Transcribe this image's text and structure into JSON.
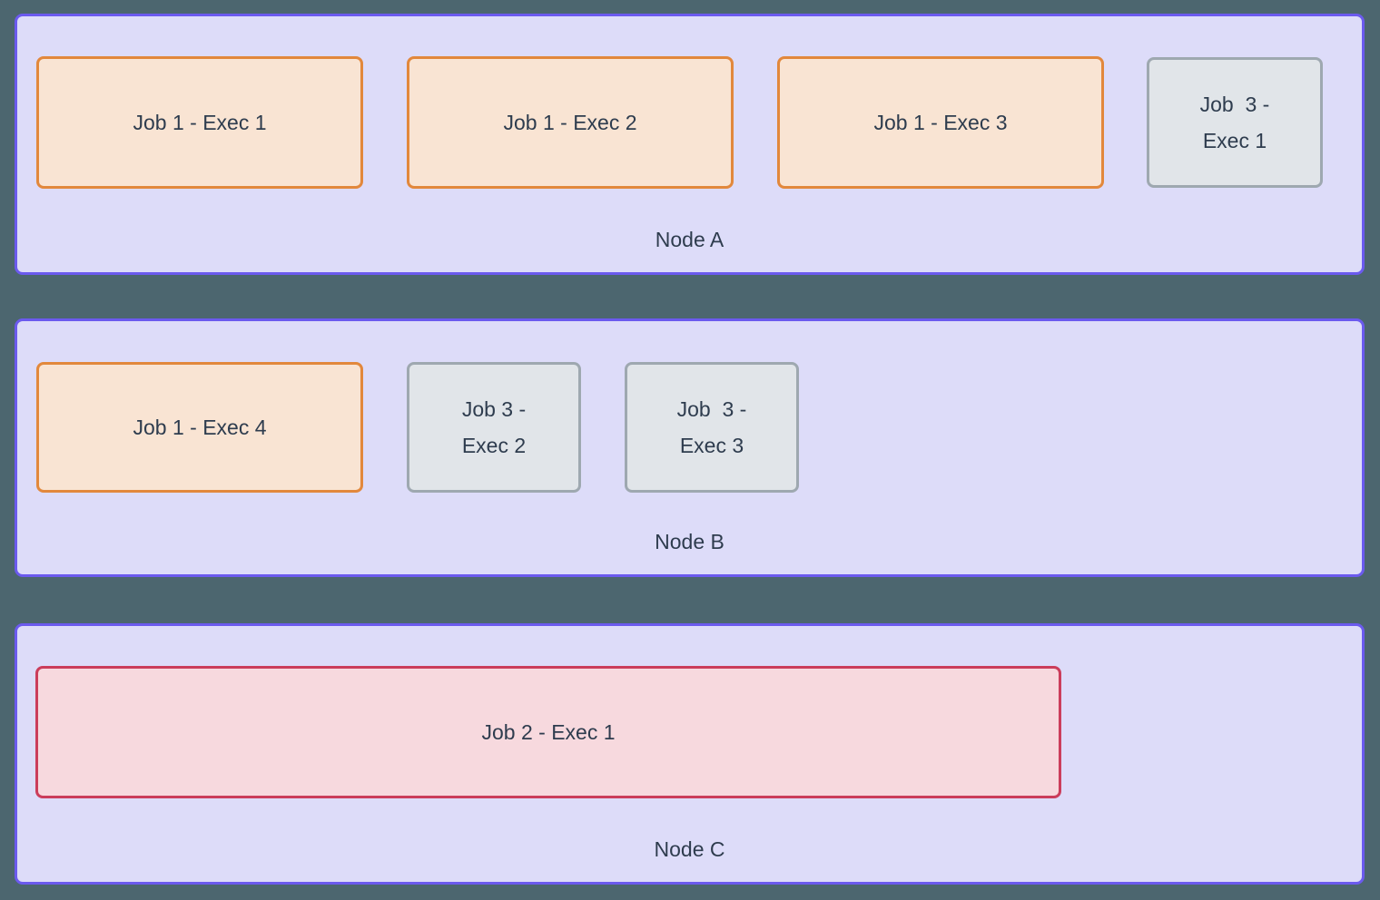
{
  "colors": {
    "canvas_bg": "#4C666F",
    "node_fill": "#DDDCF9",
    "node_border": "#6B5AEE",
    "orange_fill": "#F9E4D3",
    "orange_border": "#E2883C",
    "gray_fill": "#E1E5E9",
    "gray_border": "#9EA8B0",
    "pink_fill": "#F7D9DE",
    "pink_border": "#CB3D5B",
    "text_color": "#2E3C4E"
  },
  "nodes": [
    {
      "label": "Node A",
      "jobs": [
        {
          "label": "Job 1 - Exec 1"
        },
        {
          "label": "Job 1 - Exec 2"
        },
        {
          "label": "Job 1 - Exec 3"
        },
        {
          "label": "Job  3 -\nExec 1"
        }
      ]
    },
    {
      "label": "Node B",
      "jobs": [
        {
          "label": "Job 1 - Exec 4"
        },
        {
          "label": "Job 3 -\nExec 2"
        },
        {
          "label": "Job  3 -\nExec 3"
        }
      ]
    },
    {
      "label": "Node C",
      "jobs": [
        {
          "label": "Job 2 - Exec 1"
        }
      ]
    }
  ]
}
